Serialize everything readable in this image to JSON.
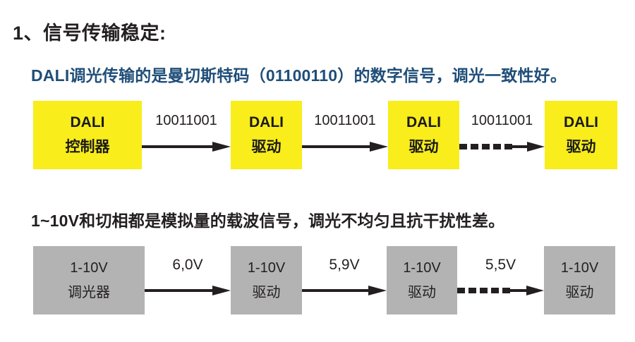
{
  "slide": {
    "heading": "1、信号传输稳定:",
    "dali_caption": "DALI调光传输的是曼切斯特码（01100110）的数字信号，调光一致性好。",
    "analog_caption": "1~10V和切相都是模拟量的载波信号，调光不均匀且抗干扰性差。",
    "heading_color": "#231f20",
    "dali_caption_color": "#1f4e79",
    "analog_caption_color": "#231f20"
  },
  "dali_flow": {
    "node_color": "#f9ed1b",
    "nodes": [
      {
        "line1": "DALI",
        "line2": "控制器"
      },
      {
        "line1": "DALI",
        "line2": "驱动"
      },
      {
        "line1": "DALI",
        "line2": "驱动"
      },
      {
        "line1": "DALI",
        "line2": "驱动"
      }
    ],
    "connectors": [
      {
        "label": "10011001",
        "style": "solid"
      },
      {
        "label": "10011001",
        "style": "solid"
      },
      {
        "label": "10011001",
        "style": "dashed"
      }
    ]
  },
  "analog_flow": {
    "node_color": "#b3b3b3",
    "nodes": [
      {
        "line1": "1-10V",
        "line2": "调光器"
      },
      {
        "line1": "1-10V",
        "line2": "驱动"
      },
      {
        "line1": "1-10V",
        "line2": "驱动"
      },
      {
        "line1": "1-10V",
        "line2": "驱动"
      }
    ],
    "connectors": [
      {
        "label": "6,0V",
        "style": "solid"
      },
      {
        "label": "5,9V",
        "style": "solid"
      },
      {
        "label": "5,5V",
        "style": "dashed"
      }
    ]
  }
}
